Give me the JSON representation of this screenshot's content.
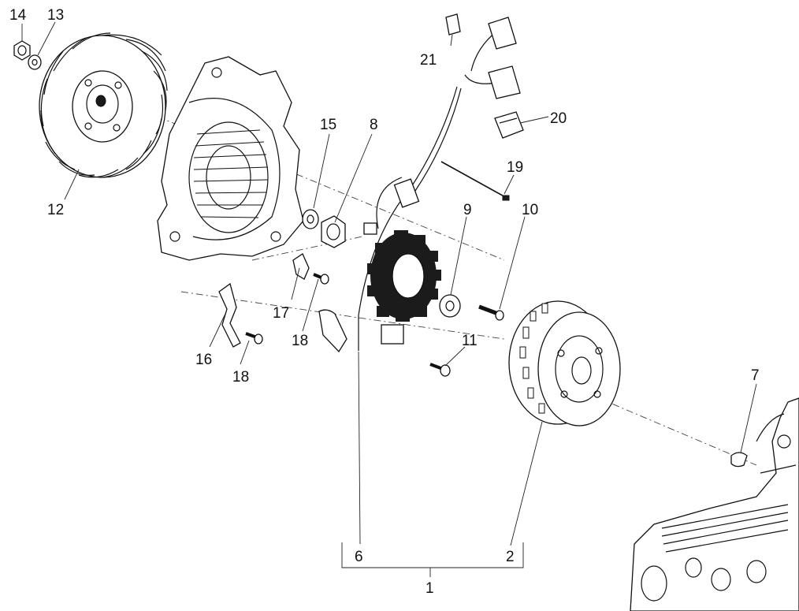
{
  "diagram": {
    "callouts": [
      {
        "id": "c14",
        "text": "14"
      },
      {
        "id": "c13",
        "text": "13"
      },
      {
        "id": "c12",
        "text": "12"
      },
      {
        "id": "c15",
        "text": "15"
      },
      {
        "id": "c8",
        "text": "8"
      },
      {
        "id": "c21",
        "text": "21"
      },
      {
        "id": "c20",
        "text": "20"
      },
      {
        "id": "c19",
        "text": "19"
      },
      {
        "id": "c9",
        "text": "9"
      },
      {
        "id": "c10",
        "text": "10"
      },
      {
        "id": "c17",
        "text": "17"
      },
      {
        "id": "c18a",
        "text": "18"
      },
      {
        "id": "c16",
        "text": "16"
      },
      {
        "id": "c18b",
        "text": "18"
      },
      {
        "id": "c11",
        "text": "11"
      },
      {
        "id": "c7",
        "text": "7"
      },
      {
        "id": "c6",
        "text": "6"
      },
      {
        "id": "c2",
        "text": "2"
      },
      {
        "id": "c1",
        "text": "1"
      }
    ]
  }
}
